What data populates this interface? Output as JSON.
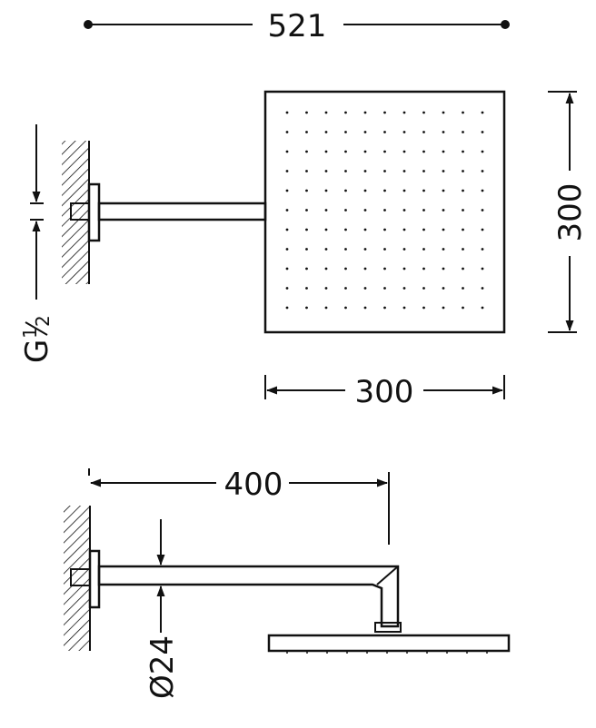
{
  "dimensions": {
    "overall_width": "521",
    "head_height": "300",
    "head_width": "300",
    "arm_length": "400",
    "arm_diameter": "Ø24",
    "thread": {
      "letter": "G",
      "whole": "1",
      "denominator": "2"
    }
  },
  "colors": {
    "line": "#111111",
    "background": "#ffffff"
  }
}
